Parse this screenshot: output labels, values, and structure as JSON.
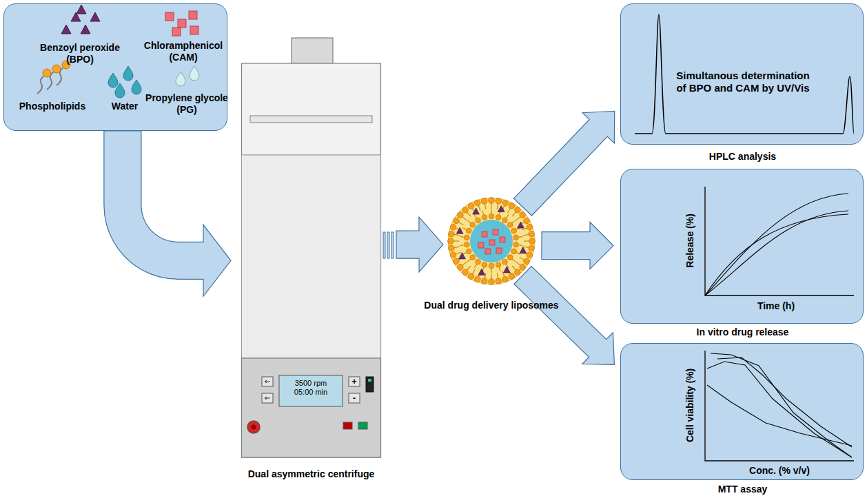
{
  "diagram": {
    "nodes": [
      {
        "text": [
          "Benzoyl peroxide (BPO)",
          "Chloramphenicol (CAM)",
          "Phospholipids",
          "Water",
          "Propylene glycole (PG)"
        ]
      },
      {
        "text": [
          "3500 rpm 05:00 min",
          "Dual asymmetric centrifuge"
        ]
      },
      {
        "text": [
          "Dual drug delivery liposomes"
        ]
      },
      {
        "text": [
          "Simultanous determination of BPO and CAM by UV/Vis",
          "HPLC analysis"
        ]
      },
      {
        "text": [
          "Release (%)",
          "Time (h)",
          "In vitro drug release"
        ]
      },
      {
        "text": [
          "Cell viability (%)",
          "Conc. (% v/v)",
          "MTT assay"
        ]
      }
    ],
    "edges": [
      {
        "from": 0,
        "to": 1,
        "arrow": "to"
      },
      {
        "from": 1,
        "to": 2,
        "arrow": "to"
      },
      {
        "from": 2,
        "to": 3,
        "arrow": "to"
      },
      {
        "from": 2,
        "to": 4,
        "arrow": "to"
      },
      {
        "from": 2,
        "to": 5,
        "arrow": "to"
      }
    ],
    "labels": [
      "+",
      "-"
    ]
  }
}
